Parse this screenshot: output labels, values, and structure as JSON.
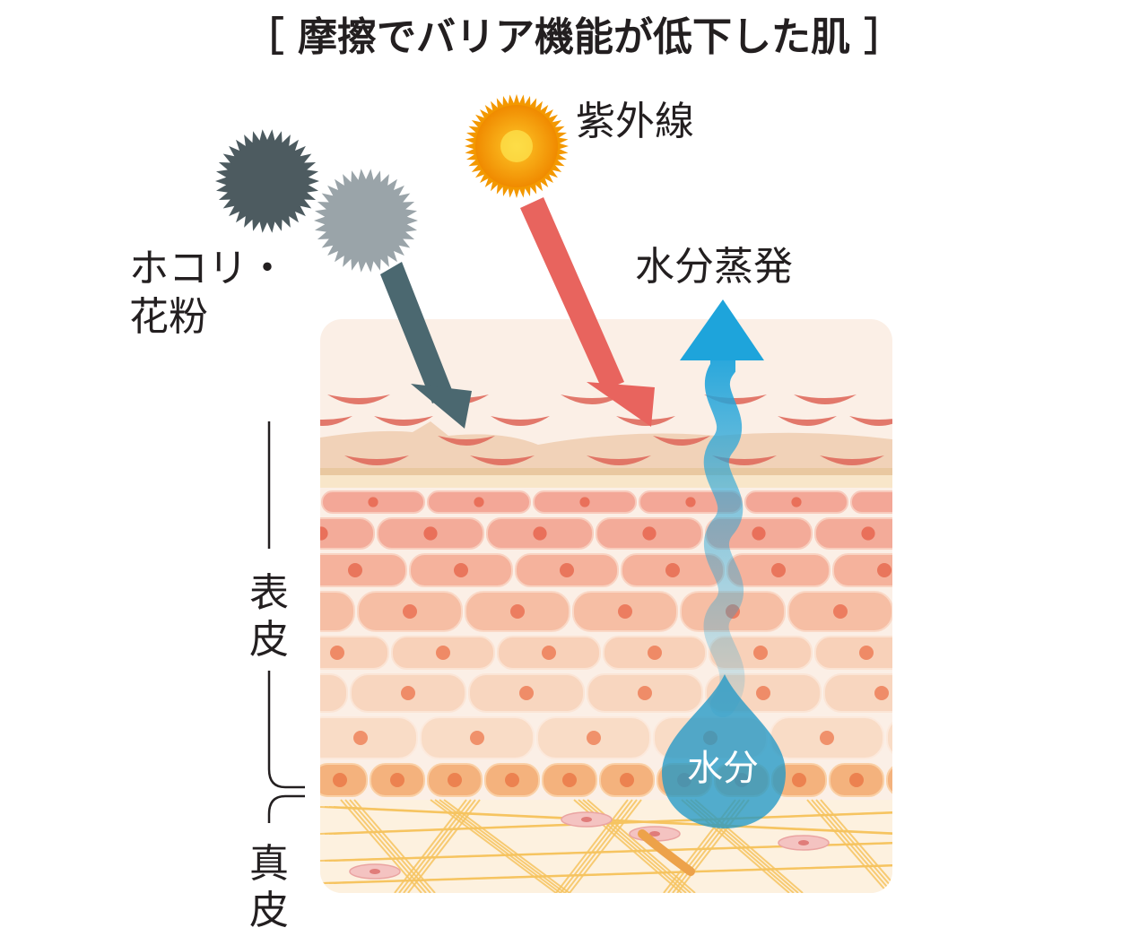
{
  "title": "［ 摩擦でバリア機能が低下した肌 ］",
  "labels": {
    "uv": "紫外線",
    "dust_line1": "ホコリ・",
    "dust_line2": "花粉",
    "evaporation": "水分蒸発",
    "moisture": "水分",
    "epidermis_1": "表",
    "epidermis_2": "皮",
    "dermis_1": "真",
    "dermis_2": "皮"
  },
  "colors": {
    "uv_sun": "#f39800",
    "uv_arrow": "#e8655f",
    "dust_dark": "#4d5b60",
    "dust_light": "#9aa4a9",
    "dust_arrow": "#4b6870",
    "water": "#29a3d6",
    "skin_block": "#fbeee4",
    "cell_upper": "#f2a89a",
    "cell_middle": "#f6bfa5",
    "cell_lower": "#f9dcc5",
    "cell_basal": "#f4b57f",
    "collagen": "#f7c86a",
    "nucleus": "#e86f5a"
  }
}
